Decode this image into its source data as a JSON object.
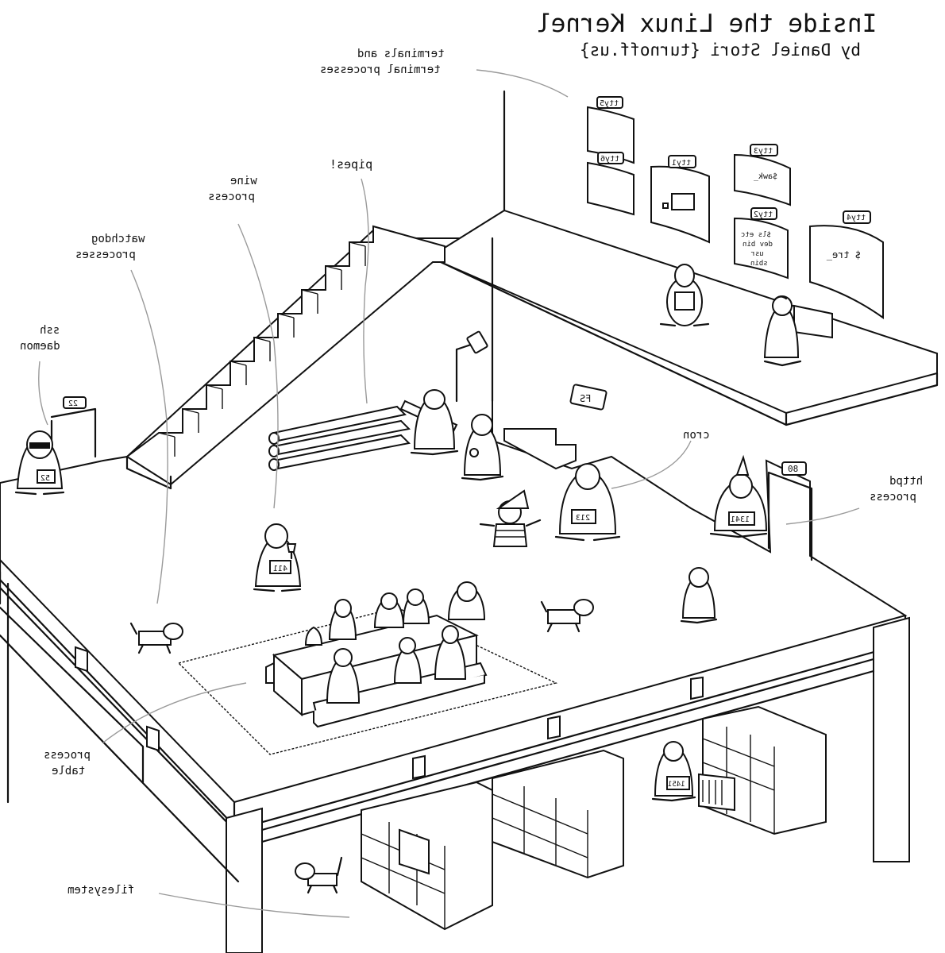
{
  "title": "Inside the Linux Kernel",
  "byline": "by Daniel Stori {turnoff.us}",
  "labels": {
    "terminals_line1": "terminals and",
    "terminals_line2": "terminal processes",
    "pipes": "pipes!",
    "wine_line1": "wine",
    "wine_line2": "process",
    "watchdog_line1": "watchdog",
    "watchdog_line2": "processes",
    "ssh_line1": "ssh",
    "ssh_line2": "daemon",
    "cron": "cron",
    "httpd_line1": "httpd",
    "httpd_line2": "process",
    "process_table_line1": "process",
    "process_table_line2": "table",
    "filesystem": "filesystem"
  },
  "signs": {
    "door_22": "22",
    "door_80": "80",
    "fs": "FS",
    "door_hang": "",
    "tty1": "tty1",
    "tty2": "tty2",
    "tty3": "tty3",
    "tty4": "tty4",
    "tty5": "tty5",
    "tty6": "tty6"
  },
  "screens": {
    "tty3_text": "$awk_",
    "tty4_text": "$ tre_",
    "tty2_lines": [
      "$ls etc",
      "dev bin",
      "usr",
      "sbin"
    ]
  },
  "badges": {
    "ssh": "52",
    "wine": "411",
    "cron": "213",
    "httpd": "1341",
    "fs_worker": "1451"
  },
  "colors": {
    "ink": "#111111",
    "paper": "#ffffff",
    "leader": "#9a9a9a"
  },
  "icons": [
    "penguin-icon",
    "dog-icon",
    "elf-icon",
    "wine-glass-icon",
    "pipe-icon",
    "terminal-screen-icon"
  ]
}
